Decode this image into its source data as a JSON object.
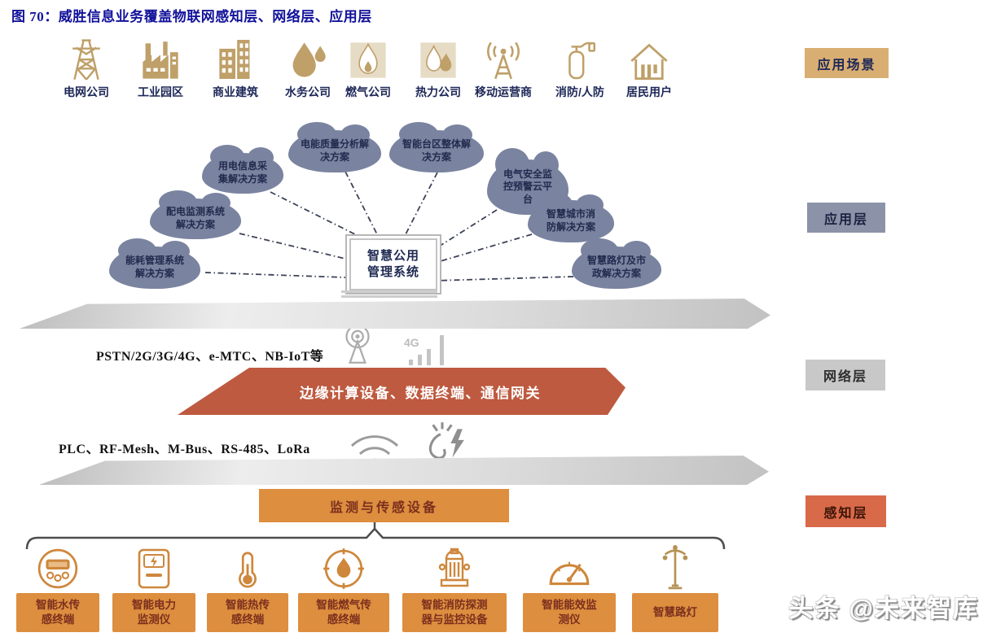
{
  "title": "图 70：威胜信息业务覆盖物联网感知层、网络层、应用层",
  "watermark": "头条 @未来智库",
  "colors": {
    "title_navy": "#12129B",
    "tan_icon": "#BFA069",
    "scenario_tag_bg": "#D9AE72",
    "app_layer_tag_bg": "#8C93A8",
    "network_layer_tag_bg": "#C8C8C8",
    "perception_layer_tag_bg": "#D86A49",
    "cloud_bg": "#7A84A0",
    "banner_bg": "#BE5A40",
    "orange_box_bg": "#DD8E3E"
  },
  "application_scenarios": {
    "tag": "应用场景",
    "items": [
      {
        "icon": "transmission-tower-icon",
        "label": "电网公司"
      },
      {
        "icon": "factory-icon",
        "label": "工业园区"
      },
      {
        "icon": "office-building-icon",
        "label": "商业建筑"
      },
      {
        "icon": "water-drops-icon",
        "label": "水务公司"
      },
      {
        "icon": "gas-flame-icon",
        "label": "燃气公司"
      },
      {
        "icon": "heat-flame-icon",
        "label": "热力公司"
      },
      {
        "icon": "broadcast-antenna-icon",
        "label": "移动运营商"
      },
      {
        "icon": "fire-extinguisher-icon",
        "label": "消防/人防"
      },
      {
        "icon": "house-icon",
        "label": "居民用户"
      }
    ]
  },
  "application_layer": {
    "tag": "应用层",
    "center_box": {
      "label": "智慧公用管理系统",
      "lines": [
        "智慧公用",
        "管理系统"
      ]
    },
    "clouds": [
      {
        "label": "用电信息采集解决方案",
        "lines": [
          "用电信息采",
          "集解决方案"
        ]
      },
      {
        "label": "电能质量分析解决方案",
        "lines": [
          "电能质量分析解",
          "决方案"
        ]
      },
      {
        "label": "智能台区整体解决方案",
        "lines": [
          "智能台区整体解",
          "决方案"
        ]
      },
      {
        "label": "电气安全监控预警云平台",
        "lines": [
          "电气安全监",
          "控预警云平",
          "台"
        ]
      },
      {
        "label": "配电监测系统解决方案",
        "lines": [
          "配电监测系统",
          "解决方案"
        ]
      },
      {
        "label": "智慧城市消防解决方案",
        "lines": [
          "智慧城市消",
          "防解决方案"
        ]
      },
      {
        "label": "能耗管理系统解决方案",
        "lines": [
          "能耗管理系统",
          "解决方案"
        ]
      },
      {
        "label": "智慧路灯及市政解决方案",
        "lines": [
          "智慧路灯及市",
          "政解决方案"
        ]
      }
    ]
  },
  "network_layer": {
    "tag": "网络层",
    "wan_protocols": "PSTN/2G/3G/4G、e-MTC、NB-IoT等",
    "wan_icons": [
      "broadcast-tower-icon",
      "4g-signal-icon"
    ],
    "signal_badge": "4G",
    "banner": "边缘计算设备、数据终端、通信网关",
    "lan_protocols": "PLC、RF-Mesh、M-Bus、RS-485、LoRa",
    "lan_icons": [
      "wifi-icon",
      "cable-spark-icon"
    ]
  },
  "perception_layer": {
    "tag": "感知层",
    "header": "监测与传感设备",
    "devices": [
      {
        "icon": "water-meter-icon",
        "label": "智能水传感终端",
        "lines": [
          "智能水传",
          "感终端"
        ]
      },
      {
        "icon": "power-meter-icon",
        "label": "智能电力监测仪",
        "lines": [
          "智能电力",
          "监测仪"
        ]
      },
      {
        "icon": "thermometer-icon",
        "label": "智能热传感终端",
        "lines": [
          "智能热传",
          "感终端"
        ]
      },
      {
        "icon": "gas-gauge-icon",
        "label": "智能燃气传感终端",
        "lines": [
          "智能燃气传",
          "感终端"
        ]
      },
      {
        "icon": "fire-hydrant-icon",
        "label": "智能消防探测器与监控设备",
        "lines": [
          "智能消防探测",
          "器与监控设备"
        ]
      },
      {
        "icon": "efficiency-gauge-icon",
        "label": "智能能效监测仪",
        "lines": [
          "智能能效监",
          "测仪"
        ]
      },
      {
        "icon": "street-lamp-icon",
        "label": "智慧路灯",
        "lines": [
          "智慧路灯"
        ]
      }
    ]
  }
}
